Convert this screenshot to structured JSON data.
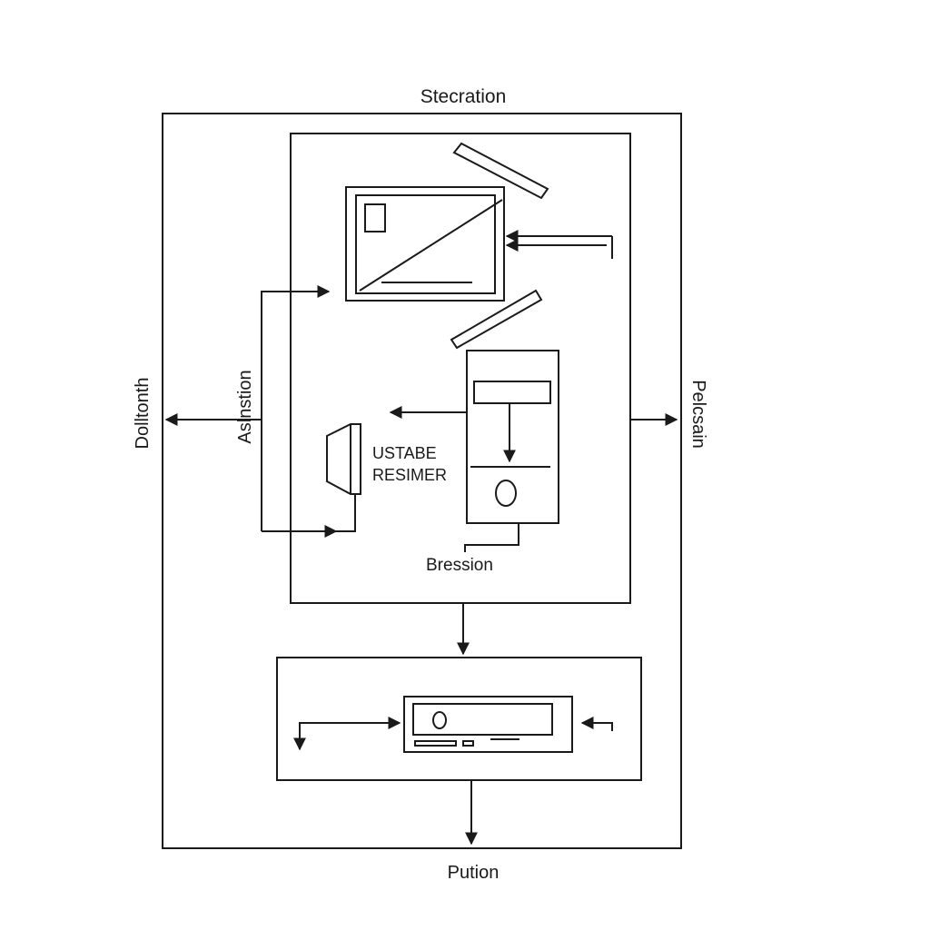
{
  "labels": {
    "top": "Stecration",
    "left_outer": "Dolltonth",
    "left_inner": "Aslnstion",
    "right_outer": "Pelcsain",
    "device": "USTABE\nRESIMER",
    "device_line1": "USTABE",
    "device_line2": "RESIMER",
    "inner_bottom": "Bression",
    "bottom": "Pution"
  },
  "colors": {
    "stroke": "#1a1a1a",
    "background": "#ffffff"
  }
}
